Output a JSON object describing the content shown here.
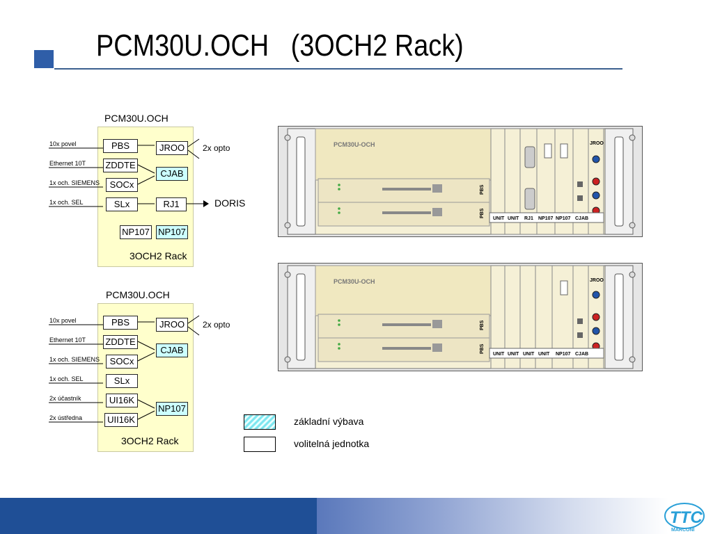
{
  "slide": {
    "title": "PCM30U.OCH   (3OCH2 Rack)"
  },
  "diagram_top": {
    "label": "PCM30U.OCH",
    "modules": {
      "pbs": "PBS",
      "zddte": "ZDDTE",
      "socx": "SOCx",
      "slx": "SLx",
      "jroo": "JROO",
      "cjab": "CJAB",
      "rj1": "RJ1",
      "np107_a": "NP107",
      "np107_b": "NP107"
    },
    "rack_name": "3OCH2 Rack",
    "signals": [
      "10x povel",
      "Ethernet 10T",
      "1x och. SIEMENS",
      "1x och. SEL"
    ],
    "opto": "2x opto",
    "doris": "DORIS"
  },
  "diagram_bottom": {
    "label": "PCM30U.OCH",
    "modules": {
      "pbs": "PBS",
      "zddte": "ZDDTE",
      "socx": "SOCx",
      "slx": "SLx",
      "ui16k": "UI16K",
      "uii16k": "UII16K",
      "jroo": "JROO",
      "cjab": "CJAB",
      "np107": "NP107"
    },
    "rack_name": "3OCH2 Rack",
    "signals": [
      "10x povel",
      "Ethernet 10T",
      "1x och. SIEMENS",
      "1x och. SEL",
      "2x účastník",
      "2x ústředna"
    ],
    "opto": "2x opto"
  },
  "rack_top": {
    "brand": "PCM30U-OCH",
    "card": "PBS",
    "slots": [
      "UNIT",
      "UNIT",
      "RJ1",
      "NP107",
      "NP107",
      "CJAB"
    ],
    "jroo": "JROO"
  },
  "rack_bottom": {
    "brand": "PCM30U-OCH",
    "card": "PBS",
    "slots": [
      "UNIT",
      "UNIT",
      "UNIT",
      "UNIT",
      "NP107",
      "CJAB"
    ],
    "jroo": "JROO"
  },
  "legend": {
    "basic": "základní výbava",
    "optional": "volitelná jednotka"
  },
  "footer": {
    "logo_text": "TTC",
    "logo_sub": "MARCONI"
  },
  "colors": {
    "accent": "#2f5ea8",
    "panel": "#ffffcc",
    "basic_fill": "#ccffff",
    "footer": "#1f4f96"
  }
}
